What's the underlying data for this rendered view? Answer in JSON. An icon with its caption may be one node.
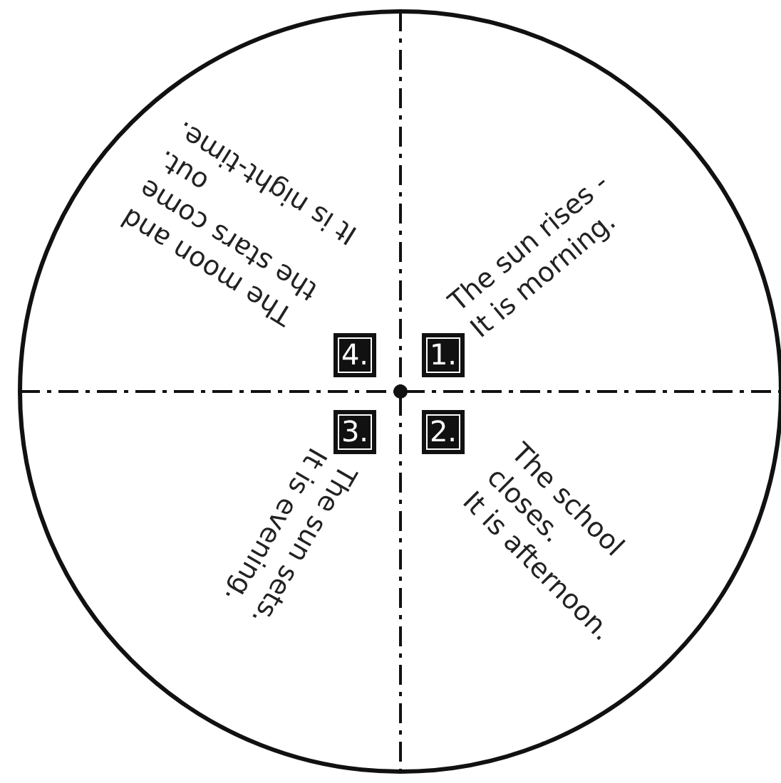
{
  "diagram": {
    "nodes": [
      {
        "text": [
          "4."
        ],
        "beside": [
          "The moon and the stars come out.",
          "It is night-time."
        ]
      },
      {
        "text": [
          "1."
        ],
        "beside": [
          "The sun rises -",
          "It is morning."
        ]
      },
      {
        "text": [
          "3."
        ],
        "beside": [
          "The sun sets.",
          "It is evening."
        ]
      },
      {
        "text": [
          "2."
        ],
        "beside": [
          "The school closes.",
          "It is afternoon."
        ]
      }
    ]
  }
}
